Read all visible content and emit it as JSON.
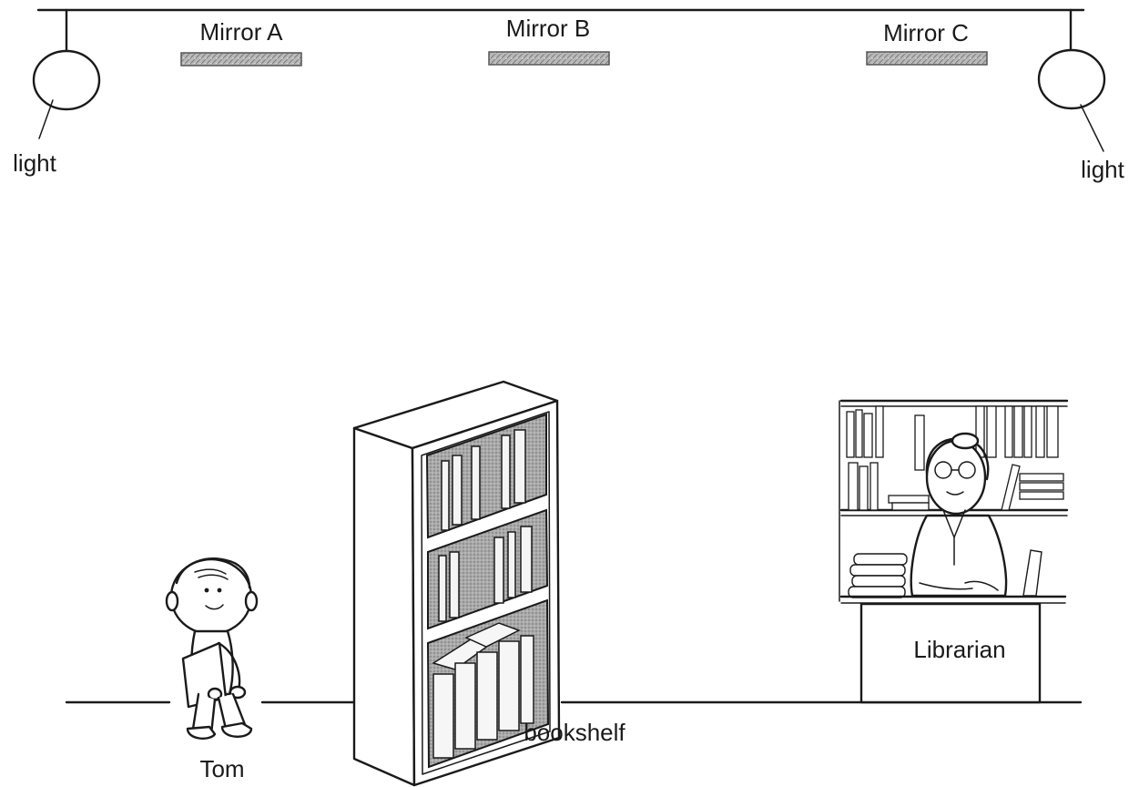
{
  "labels": {
    "mirror_a": "Mirror A",
    "mirror_b": "Mirror B",
    "mirror_c": "Mirror C",
    "light_left": "light",
    "light_right": "light",
    "tom": "Tom",
    "bookshelf": "bookshelf",
    "librarian": "Librarian"
  }
}
